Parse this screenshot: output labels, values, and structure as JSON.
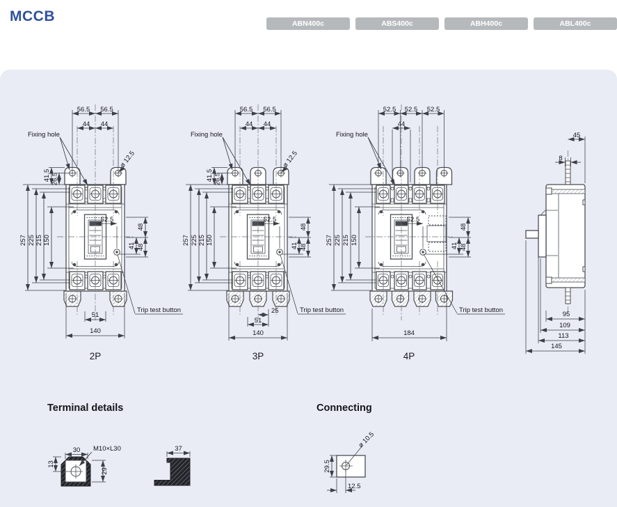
{
  "header": {
    "title": "MCCB",
    "tabs": [
      "ABN400c",
      "ABS400c",
      "ABH400c",
      "ABL400c"
    ]
  },
  "colors": {
    "panel_bg": "#e9ebf5",
    "tab_bg": "#b6b9bc",
    "tab_text": "#ffffff",
    "title_color": "#31509c"
  },
  "views": {
    "p2": {
      "caption": "2P",
      "fixing": "Fixing hole",
      "trip": "Trip test button",
      "dims": {
        "tl": "56.5",
        "tr": "56.5",
        "il": "44",
        "ir": "44",
        "dia": "ø 12.5",
        "f41": "41.5",
        "f26": "26.5",
        "v257": "257",
        "v225": "225",
        "v215": "215",
        "v150": "150",
        "c52": "52.5",
        "r48a": "48",
        "r41": "41",
        "r48b": "48",
        "b51": "51",
        "b140": "140"
      }
    },
    "p3": {
      "caption": "3P",
      "fixing": "Fixing hole",
      "trip": "Trip test button",
      "dims": {
        "tl": "56.5",
        "tr": "56.5",
        "il": "44",
        "ir": "44",
        "dia": "ø 12.5",
        "f41": "41.5",
        "f26": "26.5",
        "v257": "257",
        "v225": "225",
        "v215": "215",
        "v150": "150",
        "c52": "52.5",
        "r48a": "48",
        "r41": "41",
        "r48b": "48",
        "b25": "25",
        "b51": "51",
        "b140": "140"
      }
    },
    "p4": {
      "caption": "4P",
      "fixing": "Fixing hole",
      "trip": "Trip test button",
      "dims": {
        "t1": "52.5",
        "t2": "52.5",
        "t3": "52.5",
        "i44": "44",
        "v257": "257",
        "v225": "225",
        "v215": "215",
        "v150": "150",
        "c52": "52.5",
        "r48a": "48",
        "r41": "41",
        "r48b": "48",
        "b184": "184"
      }
    },
    "side": {
      "dims": {
        "d45": "45",
        "d8": "8",
        "d95": "95",
        "d109": "109",
        "d113": "113",
        "d145": "145"
      }
    }
  },
  "sections": {
    "terminal": {
      "heading": "Terminal details",
      "dims": {
        "d30": "30",
        "d13": "13",
        "d29": "29",
        "screw": "M10×L30",
        "d37": "37"
      }
    },
    "connecting": {
      "heading": "Connecting",
      "dims": {
        "d295": "29.5",
        "d125": "12.5",
        "dia": "ø 10.5"
      }
    }
  }
}
